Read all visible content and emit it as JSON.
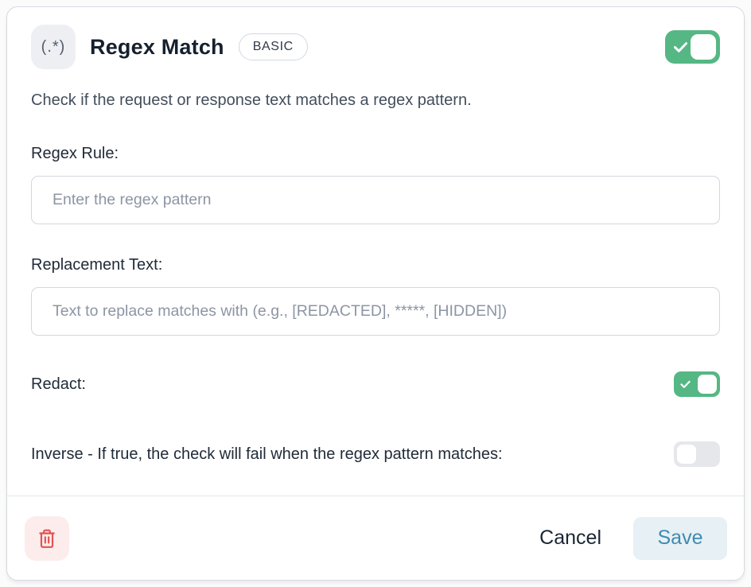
{
  "header": {
    "icon_text": "(.*)",
    "title": "Regex Match",
    "badge": "BASIC",
    "toggle_state": "on"
  },
  "description": "Check if the request or response text matches a regex pattern.",
  "fields": {
    "regex_rule": {
      "label": "Regex Rule:",
      "placeholder": "Enter the regex pattern",
      "value": ""
    },
    "replacement": {
      "label": "Replacement Text:",
      "placeholder": "Text to replace matches with (e.g., [REDACTED], *****, [HIDDEN])",
      "value": ""
    },
    "redact": {
      "label": "Redact:",
      "toggle_state": "on"
    },
    "inverse": {
      "label": "Inverse - If true, the check will fail when the regex pattern matches:",
      "toggle_state": "off"
    }
  },
  "footer": {
    "cancel_label": "Cancel",
    "save_label": "Save"
  },
  "colors": {
    "toggle_on": "#55b783",
    "toggle_off": "#e5e7ea",
    "save_bg": "#e7f0f5",
    "save_text": "#3e8bb0",
    "delete_bg": "#fdecec",
    "delete_icon": "#e05252"
  }
}
